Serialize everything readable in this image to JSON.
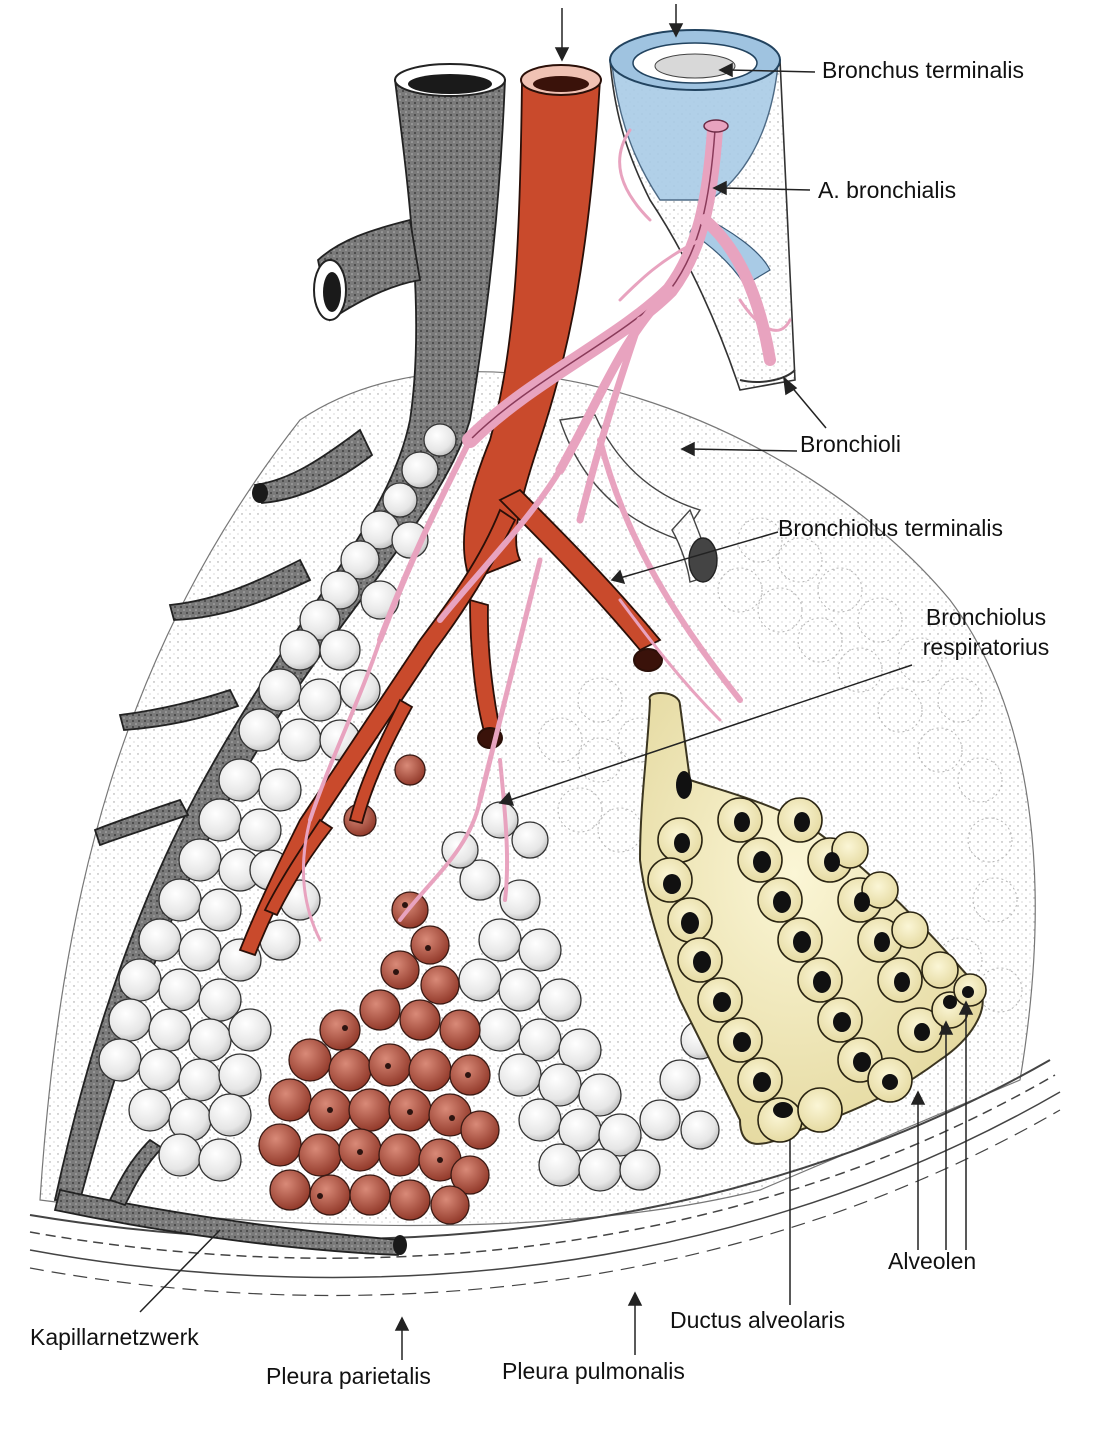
{
  "labels": {
    "bronchus_terminalis": "Bronchus terminalis",
    "a_bronchialis": "A. bronchialis",
    "bronchioli": "Bronchioli",
    "bronchiolus_terminalis": "Bronchiolus terminalis",
    "bronchiolus_respiratorius_1": "Bronchiolus",
    "bronchiolus_respiratorius_2": "respiratorius",
    "alveolen": "Alveolen",
    "ductus_alveolaris": "Ductus alveolaris",
    "kapillarnetzwerk": "Kapillarnetzwerk",
    "pleura_parietalis": "Pleura parietalis",
    "pleura_pulmonalis": "Pleura pulmonalis"
  },
  "colors": {
    "vein_gray": "#5a5a5a",
    "artery_red": "#c94a2c",
    "bronchial_artery_pink": "#e8a3bf",
    "bronchus_blue": "#9fc3e0",
    "alveolar_duct_yellow": "#f3ebb5",
    "alveoli_white": "#f4f4f4",
    "capillary_red": "#b24a3a"
  }
}
